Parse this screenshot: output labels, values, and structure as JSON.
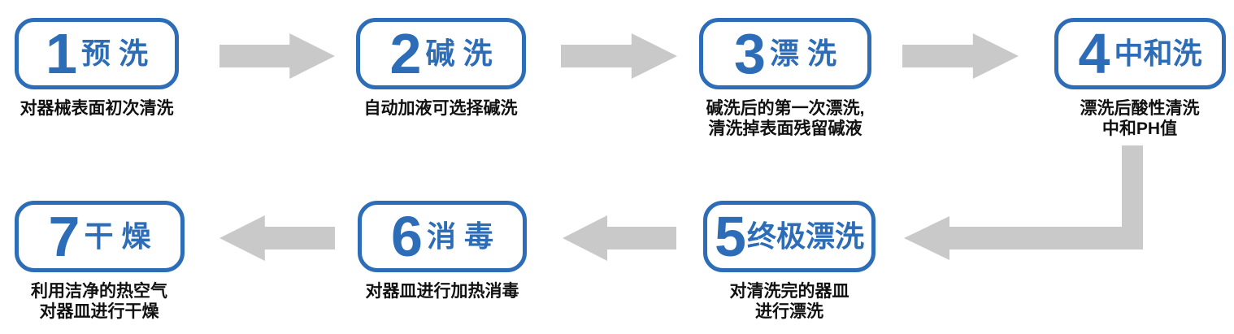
{
  "colors": {
    "accent_blue": "#2d6db7",
    "arrow_gray": "#c9c9c9",
    "text_black": "#111111",
    "background": "#ffffff"
  },
  "flow": {
    "steps": [
      {
        "number": "1",
        "label": "预 洗",
        "description_lines": [
          "对器械表面初次清洗"
        ]
      },
      {
        "number": "2",
        "label": "碱 洗",
        "description_lines": [
          "自动加液可选择碱洗"
        ]
      },
      {
        "number": "3",
        "label": "漂 洗",
        "description_lines": [
          "碱洗后的第一次漂洗,",
          "清洗掉表面残留碱液"
        ]
      },
      {
        "number": "4",
        "label": "中和洗",
        "description_lines": [
          "漂洗后酸性清洗",
          "中和PH值"
        ]
      },
      {
        "number": "5",
        "label": "终极漂洗",
        "description_lines": [
          "对清洗完的器皿",
          "进行漂洗"
        ]
      },
      {
        "number": "6",
        "label": "消 毒",
        "description_lines": [
          "对器皿进行加热消毒"
        ]
      },
      {
        "number": "7",
        "label": "干 燥",
        "description_lines": [
          "利用洁净的热空气",
          "对器皿进行干燥"
        ]
      }
    ],
    "icons": {
      "forward": "arrow-right-icon",
      "backward": "arrow-left-icon",
      "turn_down_left": "arrow-elbow-left-icon"
    }
  }
}
